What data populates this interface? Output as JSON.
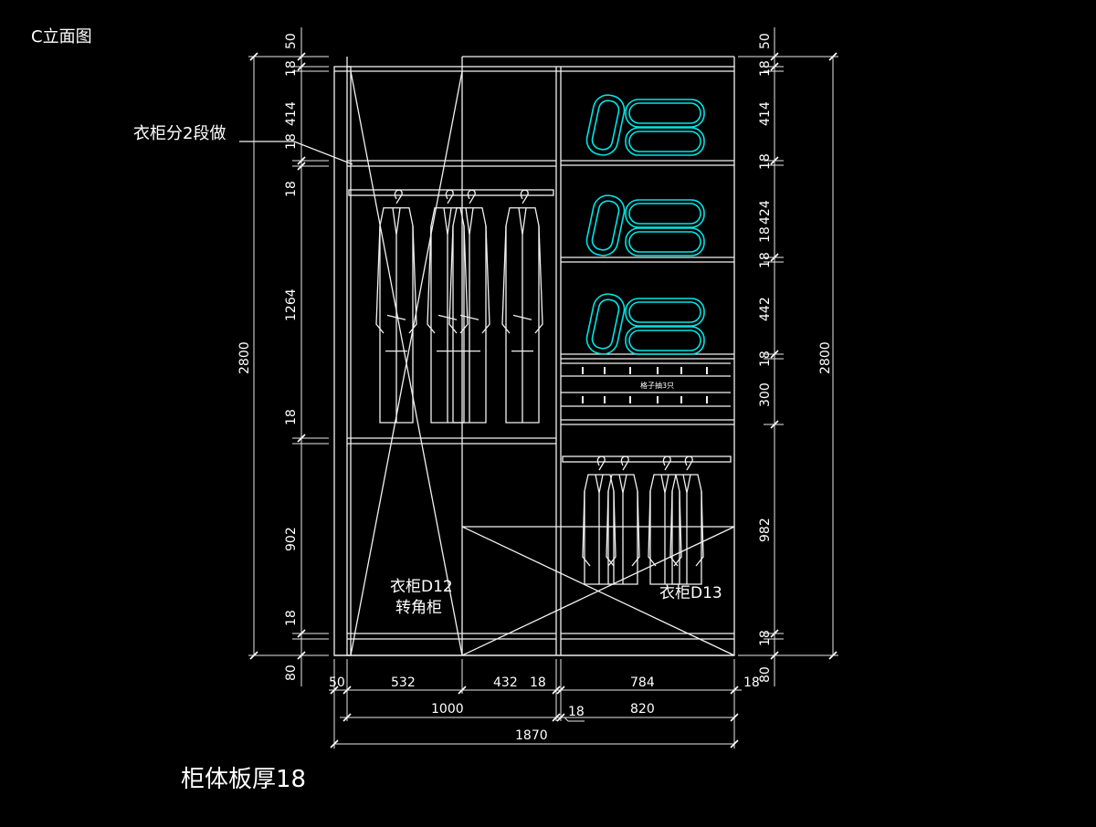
{
  "title": "C立面图",
  "note_split": "衣柜分2段做",
  "footer_note": "柜体板厚18",
  "label_d12_line1": "衣柜D12",
  "label_d12_line2": "转角柜",
  "label_d13": "衣柜D13",
  "drawer_label": "格子抽3只",
  "left_dims": [
    "50",
    "18",
    "414",
    "18",
    "18",
    "1264",
    "18",
    "902",
    "18",
    "80"
  ],
  "left_total": "2800",
  "right_dims": [
    "50",
    "18",
    "414",
    "18",
    "424",
    "18",
    "18",
    "442",
    "18",
    "300",
    "982",
    "18",
    "80"
  ],
  "right_total": "2800",
  "bottom_dims_row1": [
    "50",
    "532",
    "432",
    "18",
    "784",
    "18"
  ],
  "bottom_dims_row2": [
    "1000",
    "18",
    "820"
  ],
  "bottom_total": "1870",
  "colors": {
    "background": "#000000",
    "line": "#ffffff",
    "storage_box": "#00e5e5"
  }
}
